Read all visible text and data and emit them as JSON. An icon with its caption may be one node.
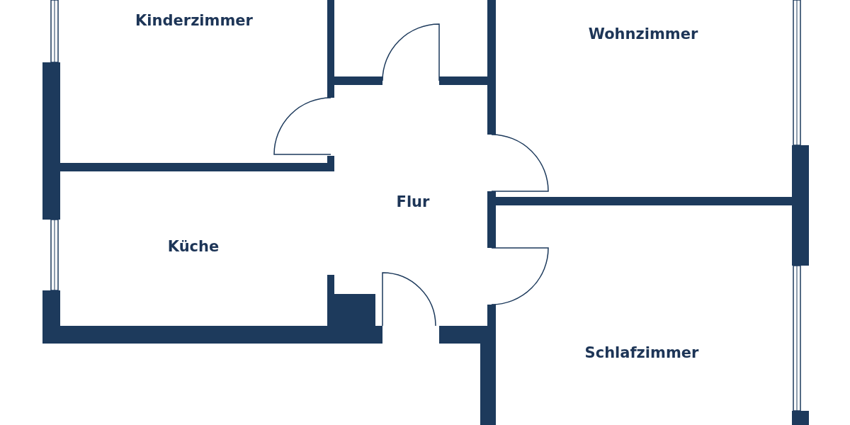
{
  "diagram": {
    "labels": [
      "Kinderzimmer",
      "Wohnzimmer",
      "Flur",
      "Küche",
      "Schlafzimmer"
    ]
  }
}
